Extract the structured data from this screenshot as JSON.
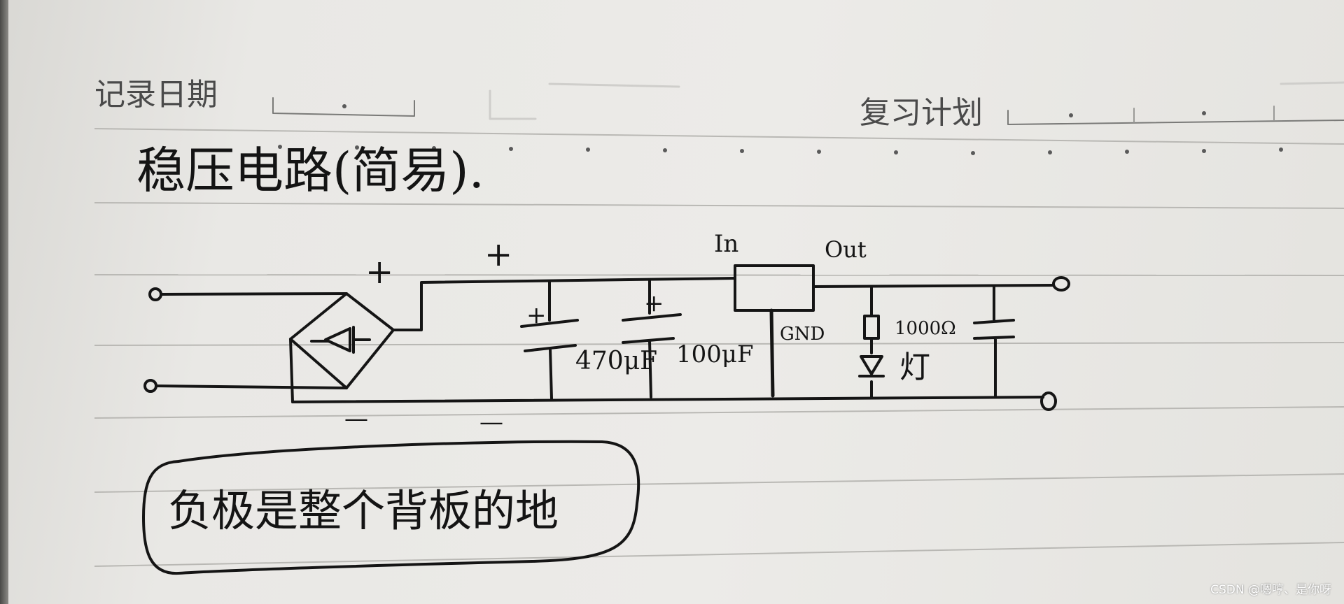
{
  "header": {
    "record_date_label": "记录日期",
    "review_plan_label": "复习计划"
  },
  "note": {
    "title": "稳压电路(简易).",
    "callout": "负极是整个背板的地"
  },
  "circuit": {
    "bridge_plus": "+",
    "bridge_minus": "—",
    "rail_plus": "+",
    "rail_minus": "—",
    "cap1_plus": "+",
    "cap2_plus": "+",
    "cap1_value": "470μF",
    "cap2_value": "100μF",
    "regulator_in": "In",
    "regulator_out": "Out",
    "regulator_gnd": "GND",
    "resistor_value": "1000Ω",
    "led_label": "灯"
  },
  "watermark": "CSDN @嗯哼、是你呀"
}
